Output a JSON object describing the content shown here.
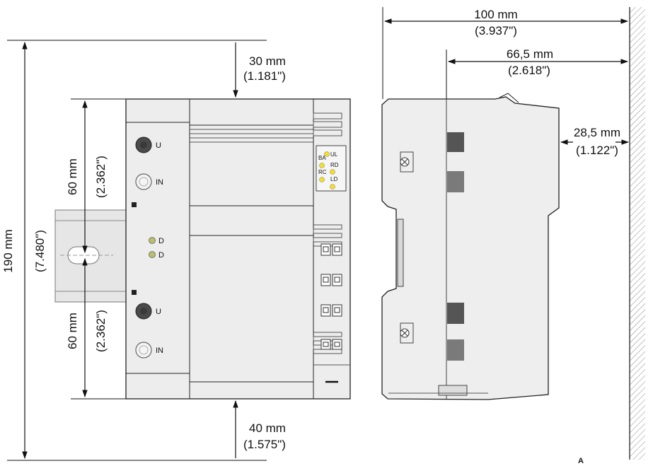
{
  "front_view": {
    "dim_top": {
      "mm": "30 mm",
      "inch": "(1.181\")"
    },
    "dim_bottom": {
      "mm": "40 mm",
      "inch": "(1.575\")"
    },
    "dim_total": {
      "mm": "190 mm",
      "inch": "(7.480\")"
    },
    "dim_upper": {
      "mm": "60 mm",
      "inch": "(2.362\")"
    },
    "dim_lower": {
      "mm": "60 mm",
      "inch": "(2.362\")"
    },
    "labels": {
      "u_top": "U",
      "in_top": "IN",
      "led_1": "D",
      "led_2": "D",
      "u_bottom": "U",
      "in_bottom": "IN"
    },
    "status_leds": {
      "ba": "BA",
      "rc": "RC",
      "ul": "UL",
      "rd": "RD",
      "ld": "LD"
    }
  },
  "side_view": {
    "dim_width": {
      "mm": "100 mm",
      "inch": "(3.937\")"
    },
    "dim_depth": {
      "mm": "66,5 mm",
      "inch": "(2.618\")"
    },
    "dim_offset": {
      "mm": "28,5 mm",
      "inch": "(1.122\")"
    }
  },
  "figure_mark": "A"
}
